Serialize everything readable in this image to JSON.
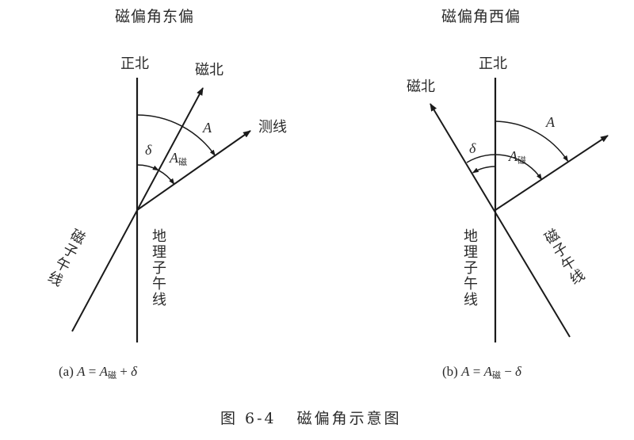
{
  "panel_a": {
    "title": "磁偏角东偏",
    "true_north": "正北",
    "magnetic_north": "磁北",
    "survey_line": "测线",
    "angle_A": "A",
    "angle_delta": "δ",
    "angle_A_mag": "A",
    "angle_A_mag_sub": "磁",
    "geo_meridian": "地理子午线",
    "mag_meridian": "磁子午线",
    "formula_prefix": "(a) ",
    "formula_lhs": "A",
    "formula_eq": " = ",
    "formula_A": "A",
    "formula_sub": "磁",
    "formula_op": " + ",
    "formula_delta": "δ"
  },
  "panel_b": {
    "title": "磁偏角西偏",
    "true_north": "正北",
    "magnetic_north": "磁北",
    "angle_A": "A",
    "angle_delta": "δ",
    "angle_A_mag": "A",
    "angle_A_mag_sub": "磁",
    "geo_meridian": "地理子午线",
    "mag_meridian": "磁子午线",
    "formula_prefix": "(b) ",
    "formula_lhs": "A",
    "formula_eq": " = ",
    "formula_A": "A",
    "formula_sub": "磁",
    "formula_op": " − ",
    "formula_delta": "δ"
  },
  "caption": {
    "figure_no": "图 6-4",
    "text": "磁偏角示意图"
  },
  "colors": {
    "line": "#1a1a1a",
    "text": "#2a2a2a",
    "background": "#ffffff"
  }
}
